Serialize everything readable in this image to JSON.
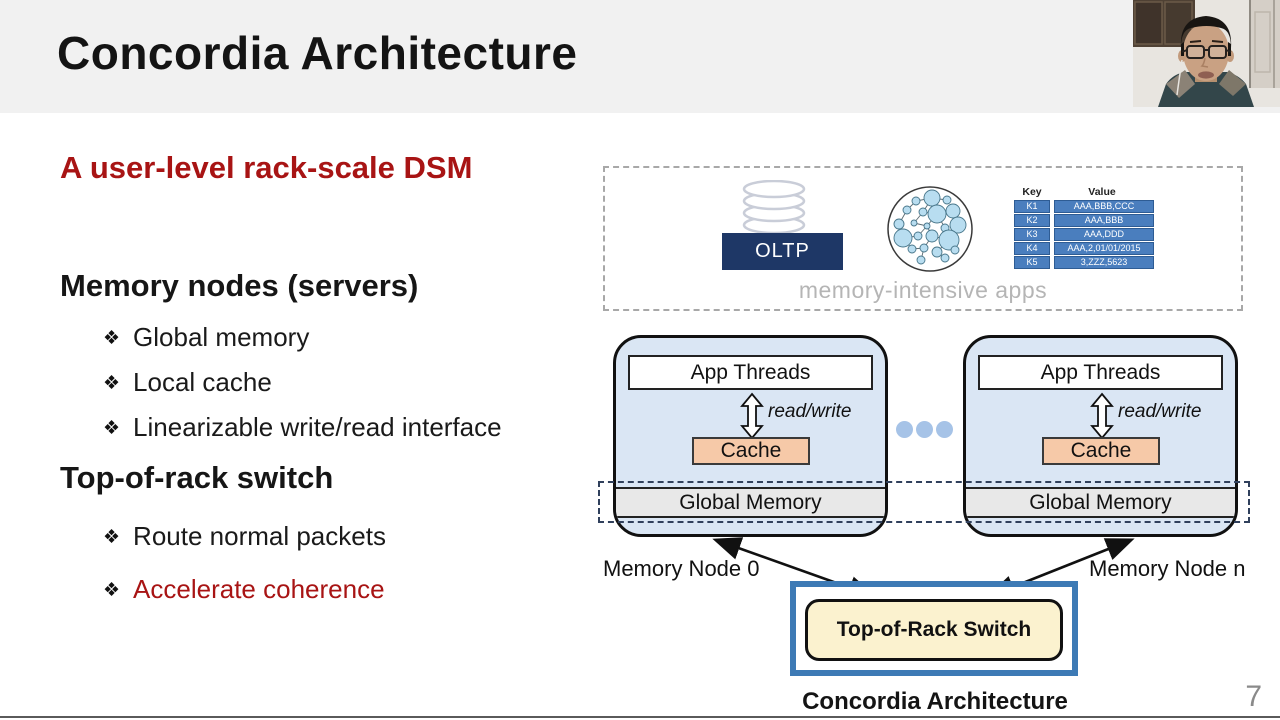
{
  "slide": {
    "title": "Concordia Architecture",
    "page_number": "7"
  },
  "left_panel": {
    "subtitle": "A user-level rack-scale DSM",
    "bullet_marker": "❖",
    "memory_section": {
      "heading": "Memory nodes (servers)",
      "bullets": [
        "Global memory",
        "Local cache",
        "Linearizable write/read interface"
      ]
    },
    "switch_section": {
      "heading": "Top-of-rack switch",
      "bullets": [
        "Route normal packets",
        "Accelerate coherence"
      ]
    }
  },
  "apps_panel": {
    "caption": "memory-intensive apps",
    "oltp_label": "OLTP",
    "icons": {
      "database": "database-cylinder-icon",
      "graph": "bubble-network-icon"
    },
    "kv_table": {
      "key_header": "Key",
      "value_header": "Value",
      "rows": [
        {
          "key": "K1",
          "value": "AAA,BBB,CCC"
        },
        {
          "key": "K2",
          "value": "AAA,BBB"
        },
        {
          "key": "K3",
          "value": "AAA,DDD"
        },
        {
          "key": "K4",
          "value": "AAA,2,01/01/2015"
        },
        {
          "key": "K5",
          "value": "3,ZZZ,5623"
        }
      ]
    }
  },
  "memory_nodes": {
    "app_threads_label": "App Threads",
    "read_write_label": "read/write",
    "cache_label": "Cache",
    "global_memory_label": "Global Memory",
    "node0_label": "Memory Node 0",
    "noden_label": "Memory Node n"
  },
  "switch_box": {
    "label": "Top-of-Rack Switch"
  },
  "diagram_caption": "Concordia Architecture",
  "colors": {
    "accent_red": "#A81414",
    "header_bg": "#F1F1F1",
    "oltp_navy": "#1E3766",
    "kv_cell_blue": "#4A7EBE",
    "node_fill": "#DAE6F4",
    "cache_fill": "#F6C9A8",
    "global_memory_fill": "#E8E8E8",
    "switch_fill": "#FBF2CF",
    "switch_border_blue": "#3D7AB5",
    "ellipsis_dots_blue": "#A6C3E7",
    "caption_gray": "#B5B5B5"
  }
}
